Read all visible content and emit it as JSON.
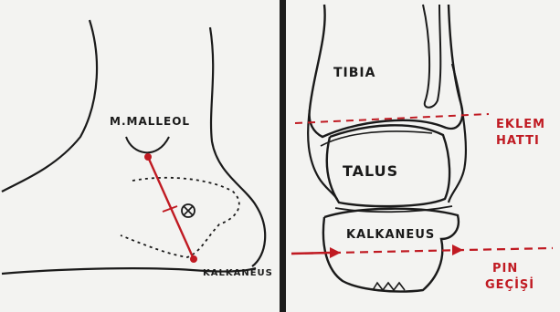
{
  "left_panel": {
    "label_malleol": "M.MALLEOL",
    "label_kalkaneus": "KALKANEUS"
  },
  "right_panel": {
    "label_tibia": "TIBIA",
    "label_talus": "TALUS",
    "label_kalkaneus": "KALKANEUS",
    "label_eklem_line1": "EKLEM",
    "label_eklem_line2": "HATTI",
    "label_pin_line1": "PIN",
    "label_pin_line2": "GEÇİŞİ"
  },
  "colors": {
    "ink": "#1a1a1a",
    "red": "#c01a22",
    "paper": "#f3f3f1",
    "divider": "#1c1c1c"
  }
}
